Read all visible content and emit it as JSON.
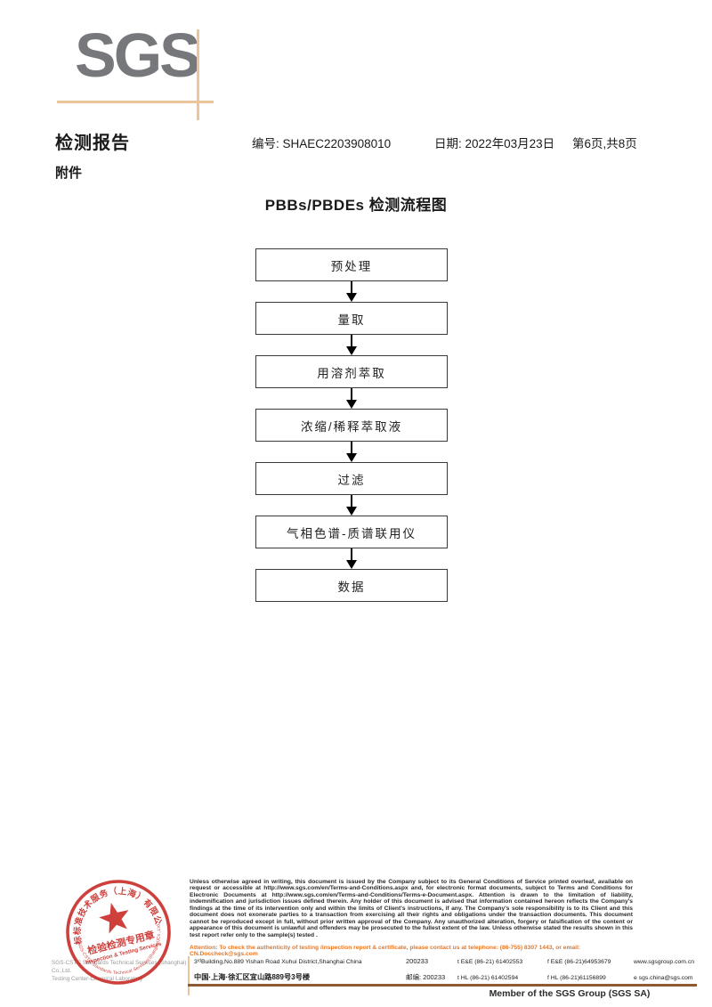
{
  "logo": {
    "text": "SGS"
  },
  "header": {
    "report_title": "检测报告",
    "report_no_label": "编号:",
    "report_no_value": "SHAEC2203908010",
    "date_label": "日期:",
    "date_value": "2022年03月23日",
    "page_info": "第6页,共8页",
    "attachment": "附件"
  },
  "flowchart": {
    "title": "PBBs/PBDEs 检测流程图",
    "steps": [
      "预处理",
      "量取",
      "用溶剂萃取",
      "浓缩/稀释萃取液",
      "过滤",
      "气相色谱-质谱联用仪",
      "数据"
    ]
  },
  "seal": {
    "ring_text_cn": "通标标准技术服务（上海）有限公司",
    "title_cn": "检验检测专用章",
    "title_en": "Inspection & Testing Services",
    "ring_text_en": "SGS-CSTC Standards Technical Services(Shanghai)Co.,Ltd.",
    "color": "#c9302c"
  },
  "footer": {
    "company_line1": "SGS-CSTC Standards Technical Services (Shanghai) Co.,Ltd.",
    "company_line2": "Testing Center-Chemical Laboratory",
    "disclaimer": "Unless otherwise agreed in writing, this document is issued by the Company subject to its General Conditions of Service printed overleaf, available on request or accessible at http://www.sgs.com/en/Terms-and-Conditions.aspx and, for electronic format documents, subject to Terms and Conditions for Electronic Documents at http://www.sgs.com/en/Terms-and-Conditions/Terms-e-Document.aspx. Attention is drawn to the limitation of liability, indemnification and jurisdiction issues defined therein. Any holder of this document is advised that information contained hereon reflects the Company's findings at the time of its intervention only and within the limits of Client's instructions, if any. The Company's sole responsibility is to its Client and this document does not exonerate parties to a transaction from exercising all their rights and obligations under the transaction documents. This document cannot be reproduced except in full, without prior written approval of the Company. Any unauthorized alteration, forgery or falsification of the content or appearance of this document is unlawful and offenders may be prosecuted to the fullest extent of the law. Unless otherwise stated the results shown in this test report refer only to the sample(s) tested .",
    "attention": "Attention: To check the authenticity of testing /inspection report & certificate, please contact us at telephone: (86-755) 8307 1443, or email: CN.Doccheck@sgs.com",
    "address_en": "3ʳᵈBuilding,No.889 Yishan Road Xuhui District,Shanghai China",
    "postcode_en": "200233",
    "phone1": "t E&E (86-21) 61402553",
    "fax1": "f E&E (86-21)64953679",
    "web": "www.sgsgroup.com.cn",
    "address_cn": "中国·上海·徐汇区宜山路889号3号楼",
    "postcode_cn": "邮编: 200233",
    "phone2": "t HL (86-21) 61402594",
    "fax2": "f HL (86-21)61156899",
    "email": "e sgs.china@sgs.com",
    "member": "Member of the SGS Group (SGS SA)"
  }
}
